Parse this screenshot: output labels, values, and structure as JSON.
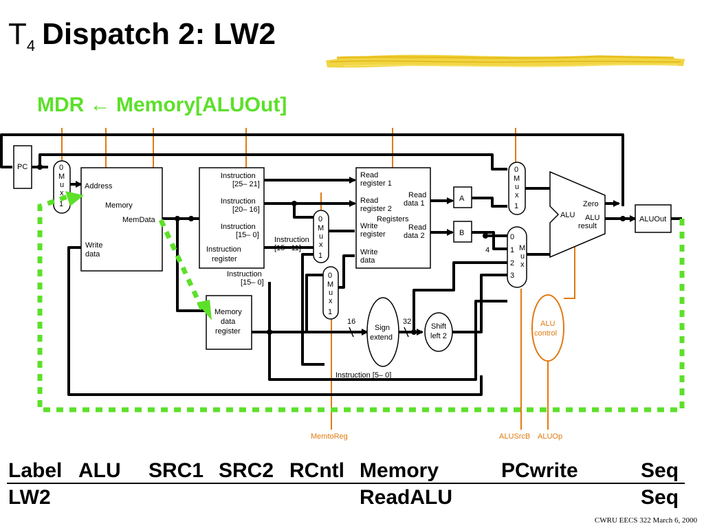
{
  "slide": {
    "title_prefix": "T",
    "title_sub": "4",
    "title_main": "Dispatch 2: LW2",
    "subtitle": "MDR ← Memory[ALUOut]",
    "footer": "CWRU EECS 322 March 6, 2000"
  },
  "colors": {
    "highlight": "#5ce02a",
    "control": "#e07a10",
    "brush": "#f0d030"
  },
  "datapath": {
    "pc": "PC",
    "mux_0": "0",
    "mux_1": "1",
    "mux_2": "2",
    "mux_3": "3",
    "mux_m": "M",
    "mux_u": "u",
    "mux_x": "x",
    "memory": {
      "address": "Address",
      "name": "Memory",
      "memdata": "MemData",
      "write1": "Write",
      "write2": "data"
    },
    "ir": {
      "instr": "Instruction",
      "f1": "[25– 21]",
      "f2": "[20– 16]",
      "f3": "[15– 0]",
      "reg1": "Instruction",
      "reg2": "register",
      "below1": "Instruction",
      "below2": "[15– 0]",
      "mid1": "Instruction",
      "mid2": "[15– 11]"
    },
    "mdr": {
      "l1": "Memory",
      "l2": "data",
      "l3": "register"
    },
    "regs": {
      "rr1a": "Read",
      "rr1b": "register 1",
      "rr2a": "Read",
      "rr2b": "register 2",
      "wra": "Write",
      "wrb": "register",
      "wda": "Write",
      "wdb": "data",
      "rd1a": "Read",
      "rd1b": "data 1",
      "rd2a": "Read",
      "rd2b": "data 2",
      "name": "Registers"
    },
    "a": "A",
    "b": "B",
    "four": "4",
    "alu": "ALU",
    "zero": "Zero",
    "alu_res1": "ALU",
    "alu_res2": "result",
    "aluout": "ALUOut",
    "sign1": "Sign",
    "sign2": "extend",
    "shift1": "Shift",
    "shift2": "left 2",
    "bits16": "16",
    "bits32": "32",
    "instr50": "Instruction [5– 0]",
    "aluctl1": "ALU",
    "aluctl2": "control",
    "memtoreg": "MemtoReg",
    "alusrcb": "ALUSrcB",
    "aluop": "ALUOp"
  },
  "control_table": {
    "headers": [
      "Label",
      "ALU",
      "SRC1",
      "SRC2",
      "RCntl",
      "Memory",
      "PCwrite",
      "Seq"
    ],
    "row": {
      "label": "LW2",
      "memory": "ReadALU",
      "seq": "Seq"
    }
  }
}
